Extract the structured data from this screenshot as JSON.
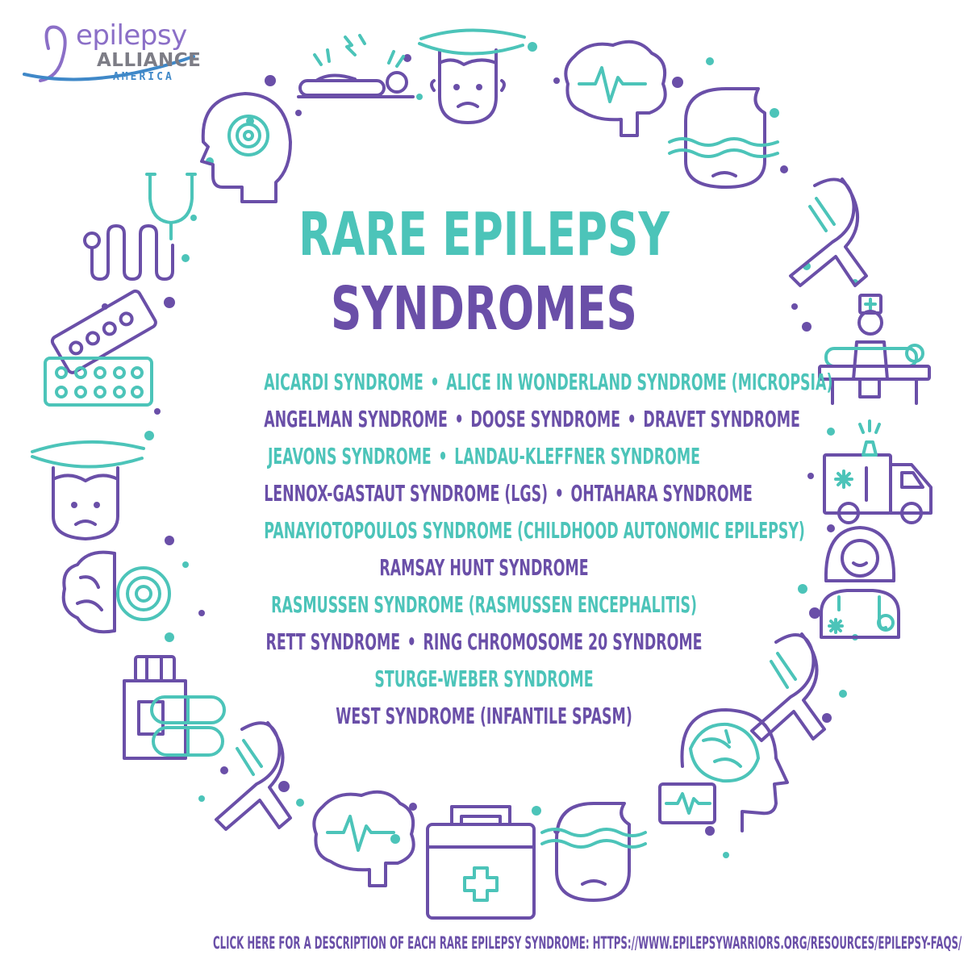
{
  "logo": {
    "word1": "epilepsy",
    "word2": "ALLIANCE",
    "word3": "AMERICA"
  },
  "title": {
    "line1": "RARE EPILEPSY",
    "line2": "SYNDROMES"
  },
  "separator": "•",
  "syndrome_lines": [
    {
      "color": "teal",
      "items": [
        "AICARDI SYNDROME",
        "ALICE IN WONDERLAND SYNDROME (MICROPSIA)"
      ]
    },
    {
      "color": "purple",
      "items": [
        "ANGELMAN SYNDROME",
        "DOOSE SYNDROME",
        "DRAVET SYNDROME"
      ]
    },
    {
      "color": "teal",
      "items": [
        "JEAVONS SYNDROME",
        "LANDAU-KLEFFNER SYNDROME"
      ]
    },
    {
      "color": "purple",
      "items": [
        "LENNOX-GASTAUT SYNDROME (LGS)",
        "OHTAHARA SYNDROME"
      ]
    },
    {
      "color": "teal",
      "items": [
        "PANAYIOTOPOULOS SYNDROME (CHILDHOOD AUTONOMIC EPILEPSY)"
      ]
    },
    {
      "color": "purple",
      "items": [
        "RAMSAY HUNT SYNDROME"
      ]
    },
    {
      "color": "teal",
      "items": [
        "RASMUSSEN SYNDROME (RASMUSSEN ENCEPHALITIS)"
      ]
    },
    {
      "color": "purple",
      "items": [
        "RETT SYNDROME",
        "RING CHROMOSOME 20 SYNDROME"
      ]
    },
    {
      "color": "teal",
      "items": [
        "STURGE-WEBER SYNDROME"
      ]
    },
    {
      "color": "purple",
      "items": [
        "WEST SYNDROME (INFANTILE SPASM)"
      ]
    }
  ],
  "footer": {
    "text": "CLICK HERE FOR A DESCRIPTION OF EACH RARE EPILEPSY SYNDROME: HTTPS://WWW.EPILEPSYWARRIORS.ORG/RESOURCES/EPILEPSY-FAQS/"
  },
  "colors": {
    "teal": "#4cc4b9",
    "purple": "#6a4fa8",
    "logo_purple": "#8b6fc7",
    "logo_gray": "#7d7d86",
    "logo_blue": "#3f88c8"
  },
  "icons": [
    "person-seizure-icon",
    "dizzy-face-icon",
    "brain-ekg-icon",
    "face-waves-icon",
    "awareness-ribbon-icon",
    "hospital-bed-icon",
    "ambulance-icon",
    "nurse-icon",
    "awareness-ribbon-icon",
    "head-brain-ekg-icon",
    "face-waves-icon",
    "first-aid-kit-icon",
    "brain-ekg-icon",
    "awareness-ribbon-icon",
    "pill-bottle-icon",
    "brain-target-icon",
    "dizzy-face-icon",
    "pill-blister-icon",
    "stethoscope-icon",
    "head-target-icon"
  ]
}
